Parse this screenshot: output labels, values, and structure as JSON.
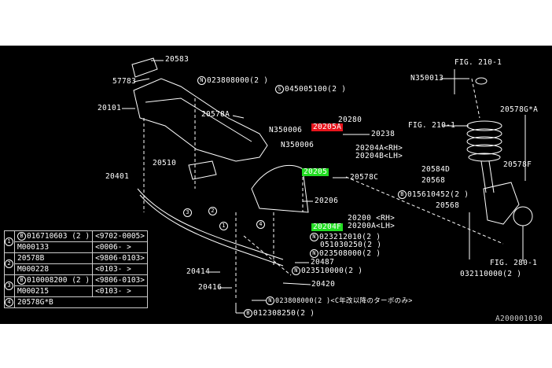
{
  "diagram_id": "A200001030",
  "labels": {
    "p20583": "20583",
    "p57783": "57783",
    "n023808000_top": "023808000(2 )",
    "s045005100": "045005100(2 )",
    "p20101": "20101",
    "p20578A": "20578A",
    "n350006_a": "N350006",
    "n350006_b": "N350006",
    "p20205A": "20205A",
    "p20280": "20280",
    "p20238": "20238",
    "p20204A": "20204A<RH>",
    "p20204B": "20204B<LH>",
    "p20510": "20510",
    "p20205": "20205",
    "p20578C": "20578C",
    "p20401": "20401",
    "p20206": "20206",
    "p20200": "20200 <RH>",
    "p20200A": "20200A<LH>",
    "p20204F": "20204F",
    "n023212010": "023212010(2 )",
    "p051030250": "051030250(2 )",
    "n023508000": "023508000(2 )",
    "p20487": "20487",
    "n023510000": "023510000(2 )",
    "p20414": "20414",
    "p20420": "20420",
    "p20416": "20416",
    "n023808000_bottom": "023808000(2 )<C年改以降のターボのみ>",
    "b012308250": "012308250(2 )",
    "fig210_top": "FIG. 210-1",
    "n350013": "N350013",
    "p20578GA": "20578G*A",
    "fig210_mid": "FIG. 210-1",
    "p20584D": "20584D",
    "p20568_a": "20568",
    "p20578F": "20578F",
    "b015610452": "015610452(2 )",
    "p20568_b": "20568",
    "fig280": "FIG. 280-1",
    "p032110000": "032110000(2 )",
    "ref1": "1",
    "ref2": "2",
    "ref3": "3",
    "ref4": "4",
    "mark_n": "N",
    "mark_s": "S",
    "mark_b": "B"
  },
  "legend_table": [
    {
      "group": "1",
      "part": "016710603 (2 )",
      "mark": "B",
      "range": "<9702-0005>"
    },
    {
      "group": "",
      "part": "M000133",
      "mark": "",
      "range": "<0006-      >"
    },
    {
      "group": "2",
      "part": "20578B",
      "mark": "",
      "range": "<9806-0103>"
    },
    {
      "group": "",
      "part": "M000228",
      "mark": "",
      "range": "<0103-      >"
    },
    {
      "group": "3",
      "part": "010008200 (2 )",
      "mark": "B",
      "range": "<9806-0103>"
    },
    {
      "group": "",
      "part": "M000215",
      "mark": "",
      "range": "<0103-      >"
    },
    {
      "group": "4",
      "part": "20578G*B",
      "mark": "",
      "range": ""
    }
  ],
  "colors": {
    "background": "#000000",
    "highlight_red": "#e8141c",
    "highlight_green": "#22dd22"
  }
}
